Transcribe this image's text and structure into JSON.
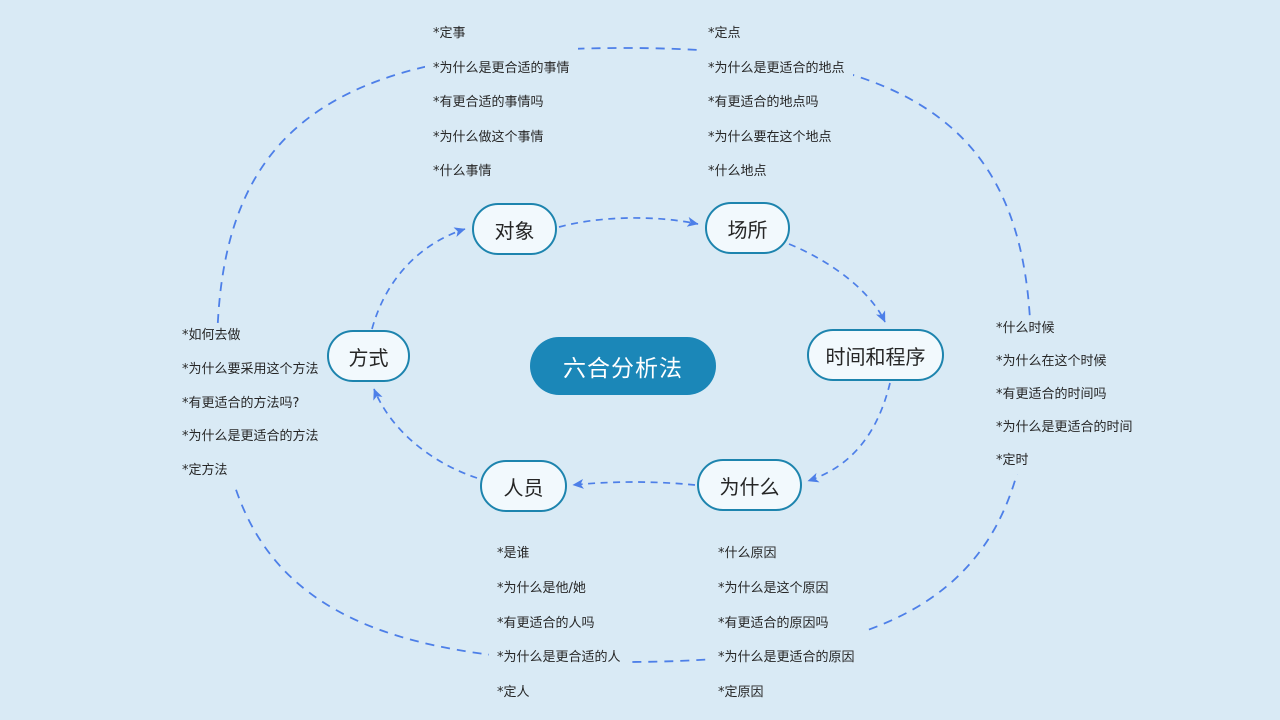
{
  "colors": {
    "background": "#d9eaf5",
    "node_border": "#1d84ae",
    "node_fill": "#f2f9fd",
    "center_fill": "#1b87b8",
    "center_text": "#ffffff",
    "connector": "#4d7fe8",
    "text": "#262626"
  },
  "center": {
    "label": "六合分析法"
  },
  "flow_order": [
    "对象",
    "场所",
    "时间和程序",
    "为什么",
    "人员",
    "方式"
  ],
  "nodes": [
    {
      "label": "对象",
      "notes": [
        "*定事",
        "*为什么是更合适的事情",
        "*有更合适的事情吗",
        "*为什么做这个事情",
        "*什么事情"
      ]
    },
    {
      "label": "场所",
      "notes": [
        "*定点",
        "*为什么是更适合的地点",
        "*有更适合的地点吗",
        "*为什么要在这个地点",
        "*什么地点"
      ]
    },
    {
      "label": "时间和程序",
      "notes": [
        "*什么时候",
        "*为什么在这个时候",
        "*有更适合的时间吗",
        "*为什么是更适合的时间",
        "*定时"
      ]
    },
    {
      "label": "为什么",
      "notes": [
        "*什么原因",
        "*为什么是这个原因",
        "*有更适合的原因吗",
        "*为什么是更适合的原因",
        "*定原因"
      ]
    },
    {
      "label": "人员",
      "notes": [
        "*是谁",
        "*为什么是他/她",
        "*有更适合的人吗",
        "*为什么是更合适的人",
        "*定人"
      ]
    },
    {
      "label": "方式",
      "notes": [
        "*如何去做",
        "*为什么要采用这个方法",
        "*有更适合的方法吗?",
        "*为什么是更适合的方法",
        "*定方法"
      ]
    }
  ]
}
